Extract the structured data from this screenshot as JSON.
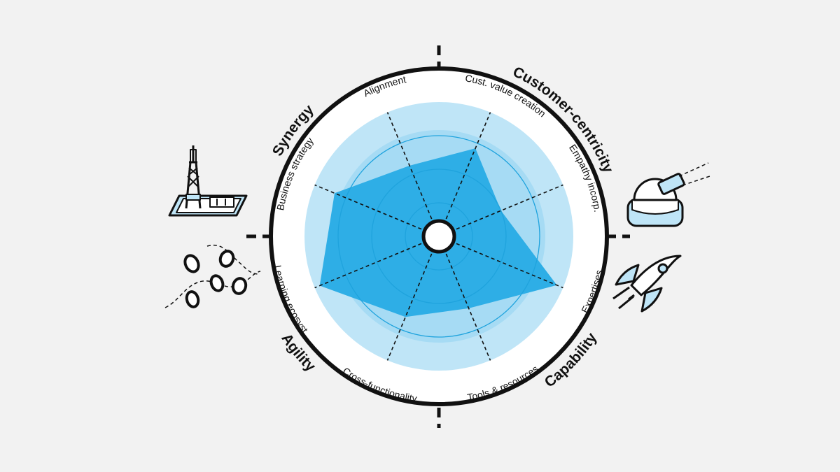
{
  "colors": {
    "background": "#f2f2f2",
    "outer_band": "#bfe5f7",
    "inner_disc": "#a6dbf4",
    "data_fill": "#2eaee6",
    "grid_line": "#1fa3dd",
    "ink": "#111111",
    "icon_fill": "#bfe5f7"
  },
  "icons": [
    "tower-icon",
    "observatory-icon",
    "stepping-stones-icon",
    "rocket-icon"
  ],
  "chart_data": {
    "type": "radar",
    "axes": [
      "Alignment",
      "Cust. value creation",
      "Empathy incorp.",
      "Expertises",
      "Tools & resources",
      "Cross-functionality",
      "Learning ecosyst.",
      "Business strategy"
    ],
    "categories": [
      "Synergy",
      "Customer-centricity",
      "Capability",
      "Agility"
    ],
    "values": [
      0.57,
      0.71,
      0.5,
      0.95,
      0.58,
      0.65,
      0.96,
      0.84
    ],
    "scale": [
      0,
      1
    ],
    "rings": [
      0.25,
      0.5,
      0.75
    ],
    "grid": true
  }
}
